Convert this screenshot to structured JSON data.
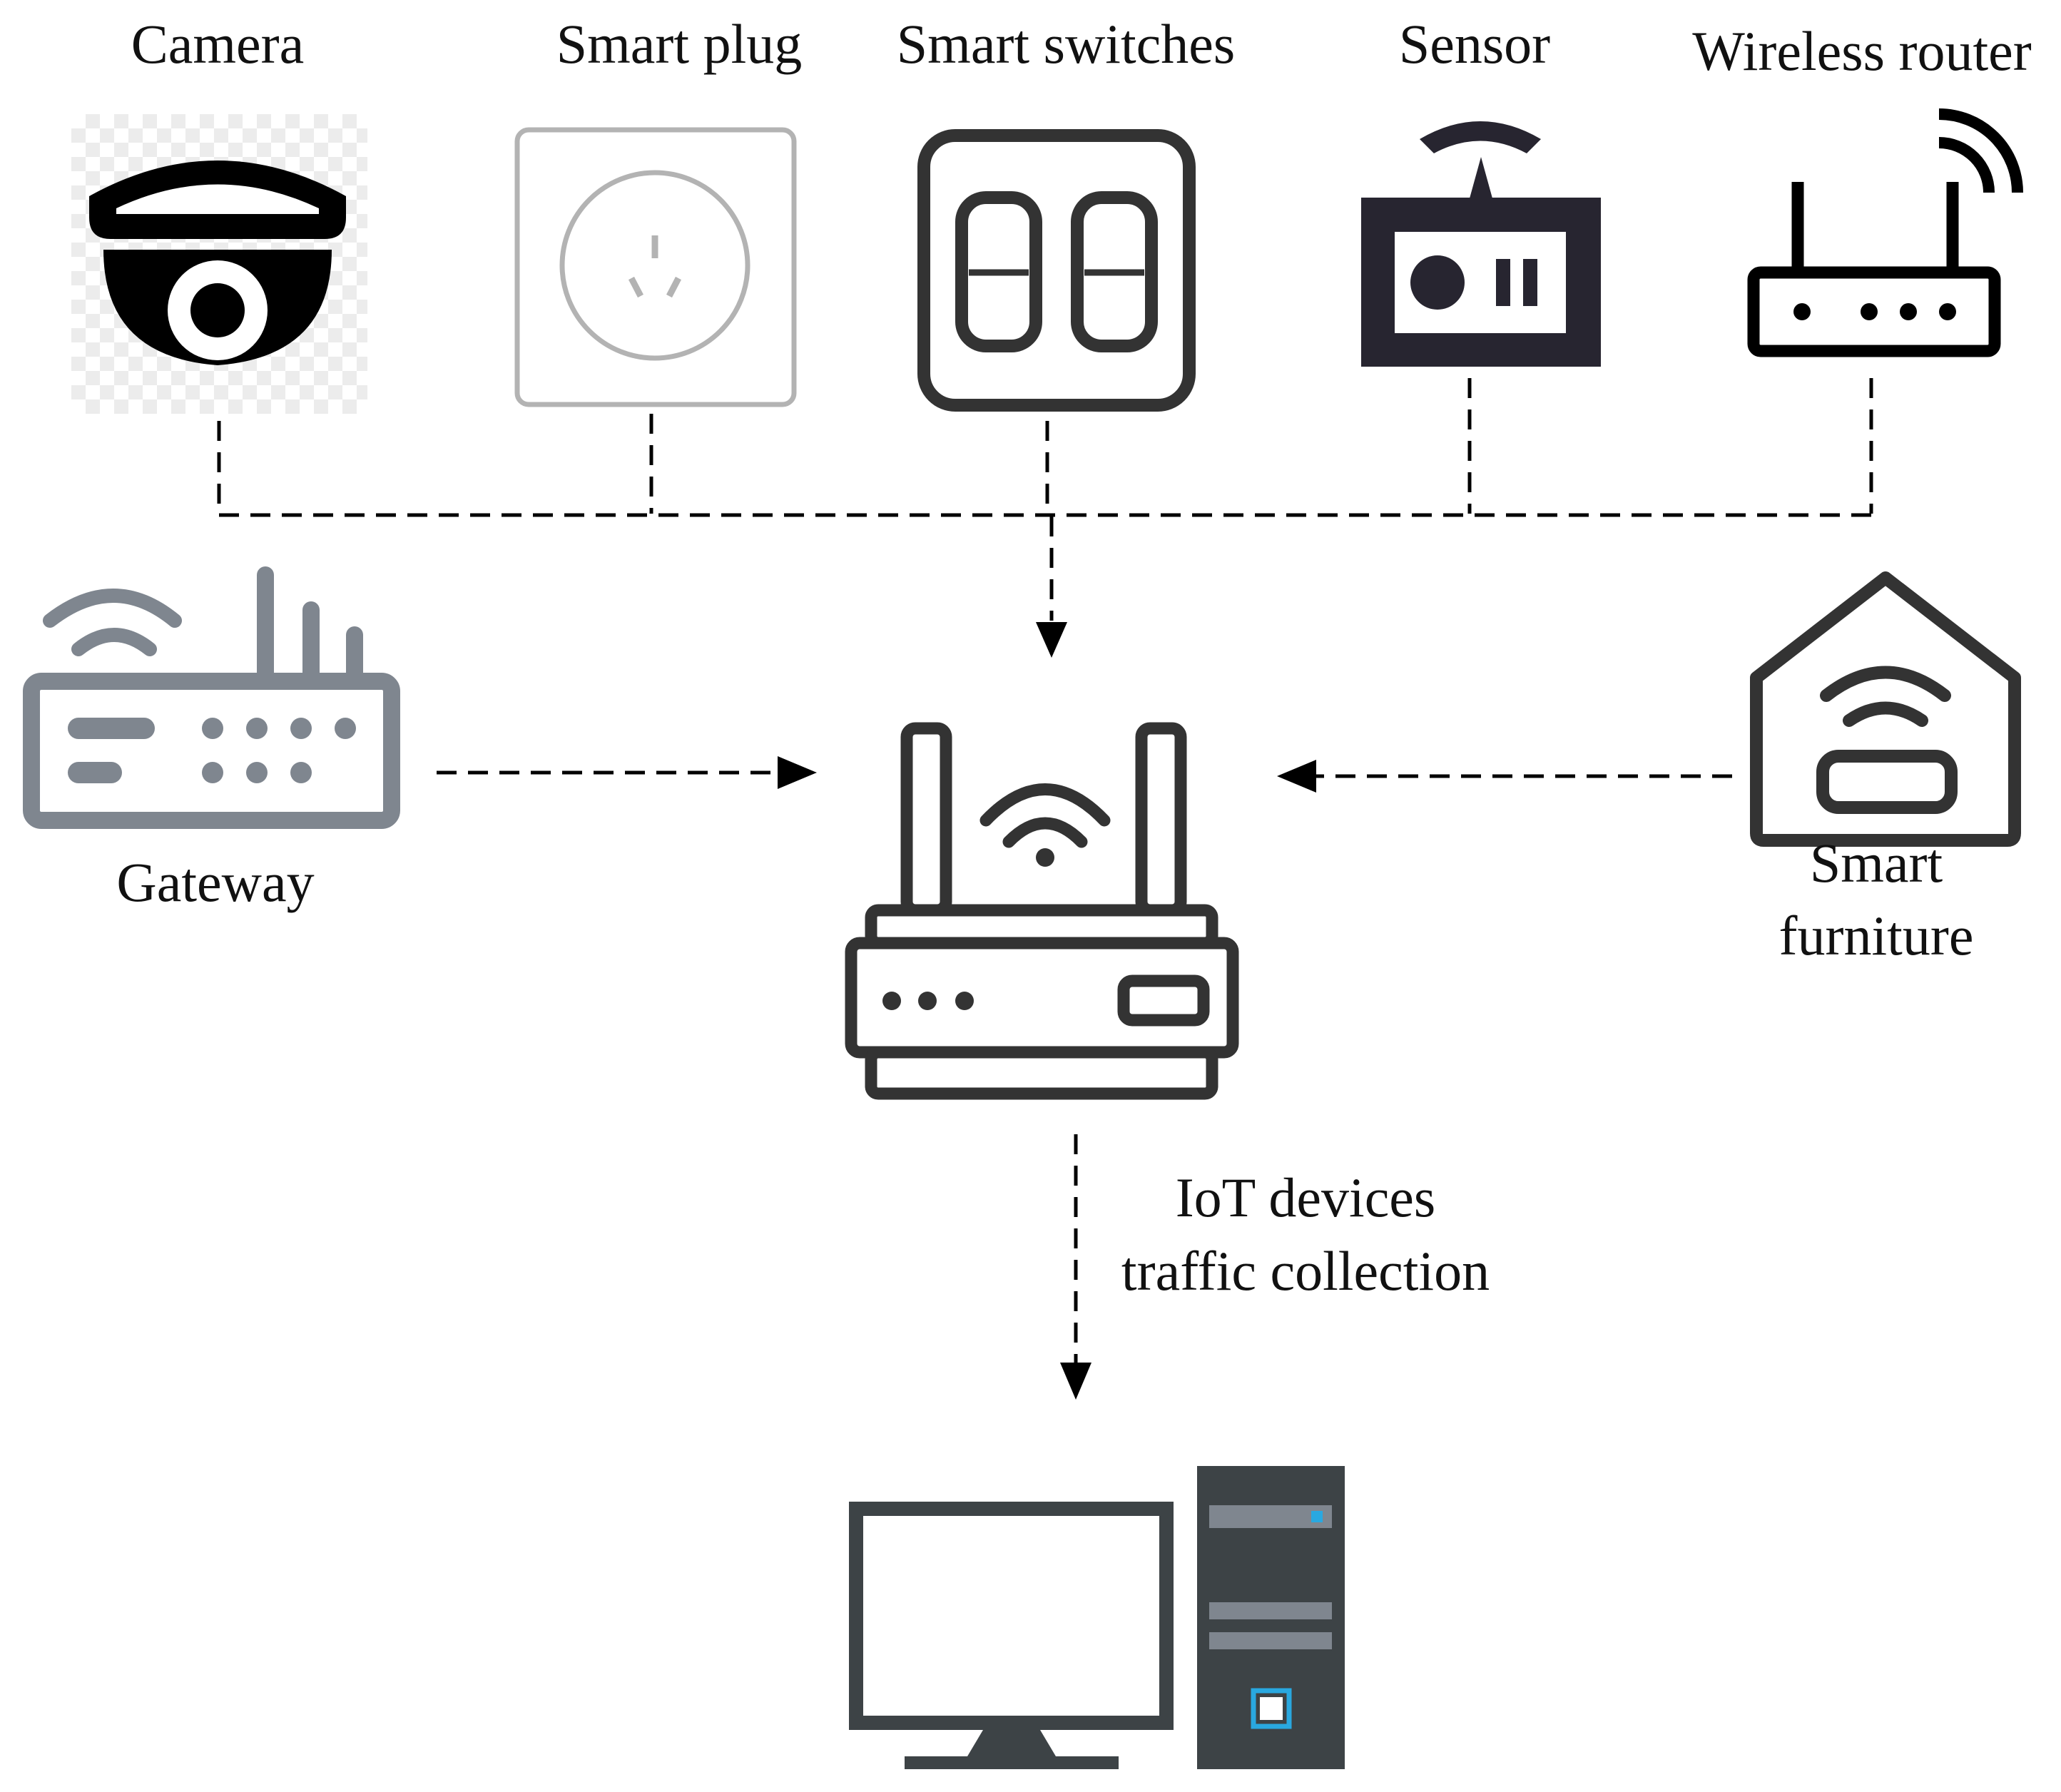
{
  "labels": {
    "camera": "Camera",
    "smart_plug": "Smart plug",
    "smart_switches": "Smart switches",
    "sensor": "Sensor",
    "wireless_router": "Wireless router",
    "gateway": "Gateway",
    "smart_furniture_line1": "Smart",
    "smart_furniture_line2": "furniture",
    "traffic_line1": "IoT devices",
    "traffic_line2": "traffic collection"
  },
  "colors": {
    "dark_icon": "#333333",
    "sensor_icon": "#272530",
    "gateway_icon": "#7f868f",
    "plug_icon": "#b3b3b3",
    "computer_dark": "#3d4346",
    "computer_accent": "#29a8e0",
    "arrow": "#000000"
  },
  "icons": {
    "camera": "dome-camera-icon",
    "smart_plug": "power-outlet-icon",
    "smart_switches": "light-switch-icon",
    "sensor": "sensor-icon",
    "wireless_router": "wifi-router-icon",
    "gateway": "gateway-icon",
    "smart_furniture": "smart-home-icon",
    "center_router": "wifi-router-icon",
    "computer": "desktop-computer-icon"
  }
}
